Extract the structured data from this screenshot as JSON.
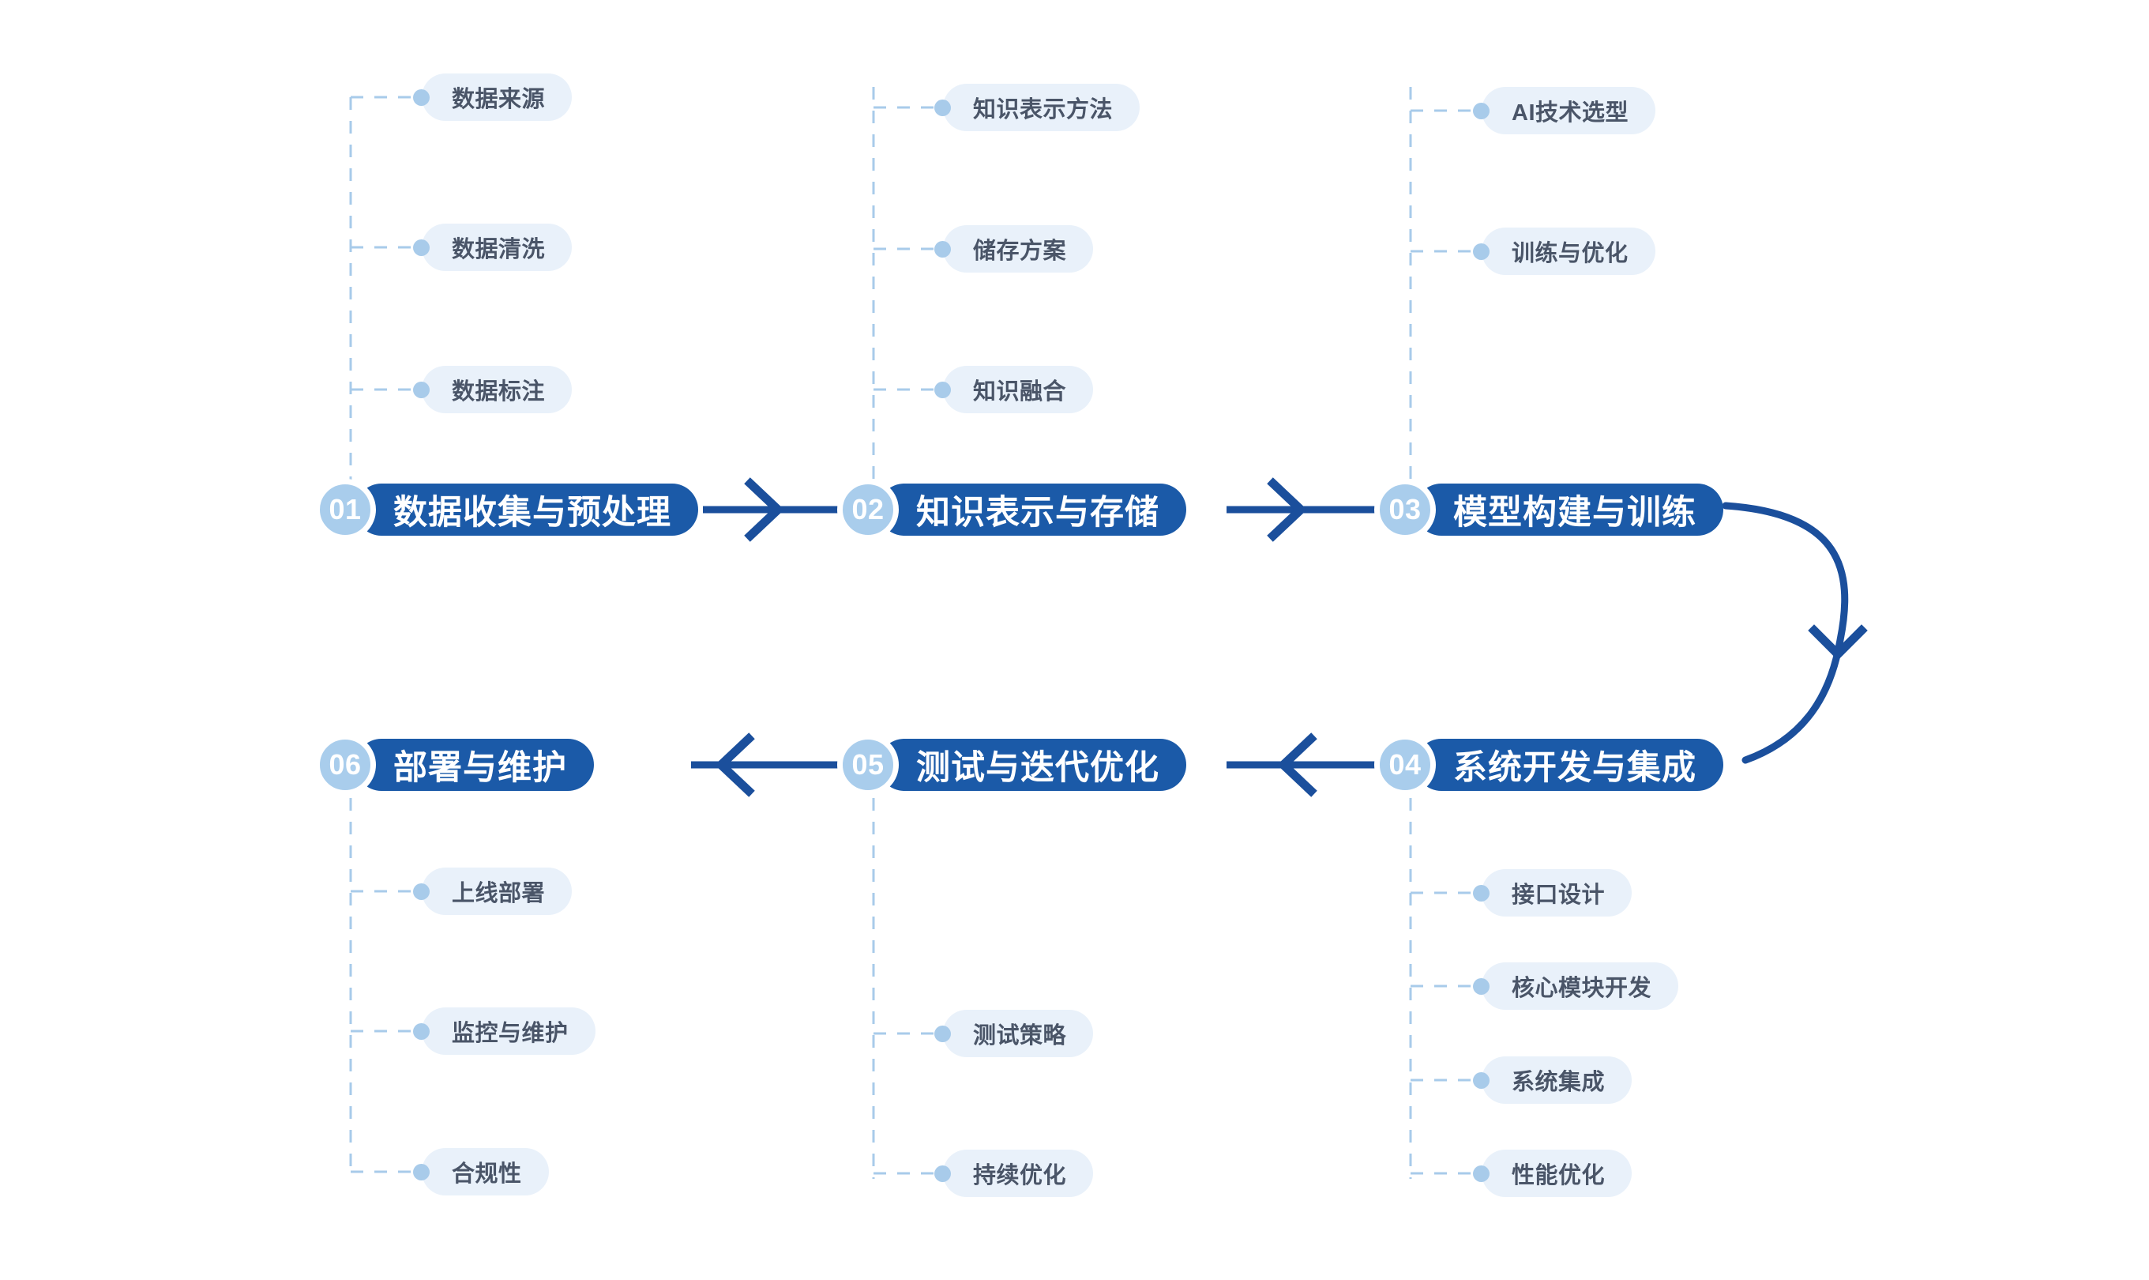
{
  "theme": {
    "page_bg": "#ffffff",
    "node_pill_color": "#1B5AA8",
    "node_badge_color": "#A9CDEC",
    "node_text_color": "#ffffff",
    "sub_pill_color": "#E9F1FA",
    "sub_text_color": "#4A5568",
    "sub_dot_color": "#A8CBEA",
    "dashed_line_color": "#A8CBEA",
    "arrow_color": "#1B4F9C"
  },
  "flow": {
    "direction_top_row": "left-to-right",
    "direction_bottom_row": "right-to-left",
    "steps": [
      {
        "number": "01",
        "title": "数据收集与预处理",
        "sub_items": [
          "数据来源",
          "数据清洗",
          "数据标注"
        ]
      },
      {
        "number": "02",
        "title": "知识表示与存储",
        "sub_items": [
          "知识表示方法",
          "储存方案",
          "知识融合"
        ]
      },
      {
        "number": "03",
        "title": "模型构建与训练",
        "sub_items": [
          "AI技术选型",
          "训练与优化"
        ]
      },
      {
        "number": "04",
        "title": "系统开发与集成",
        "sub_items": [
          "接口设计",
          "核心模块开发",
          "系统集成",
          "性能优化"
        ]
      },
      {
        "number": "05",
        "title": "测试与迭代优化",
        "sub_items": [
          "测试策略",
          "持续优化"
        ]
      },
      {
        "number": "06",
        "title": "部署与维护",
        "sub_items": [
          "上线部署",
          "监控与维护",
          "合规性"
        ]
      }
    ]
  }
}
